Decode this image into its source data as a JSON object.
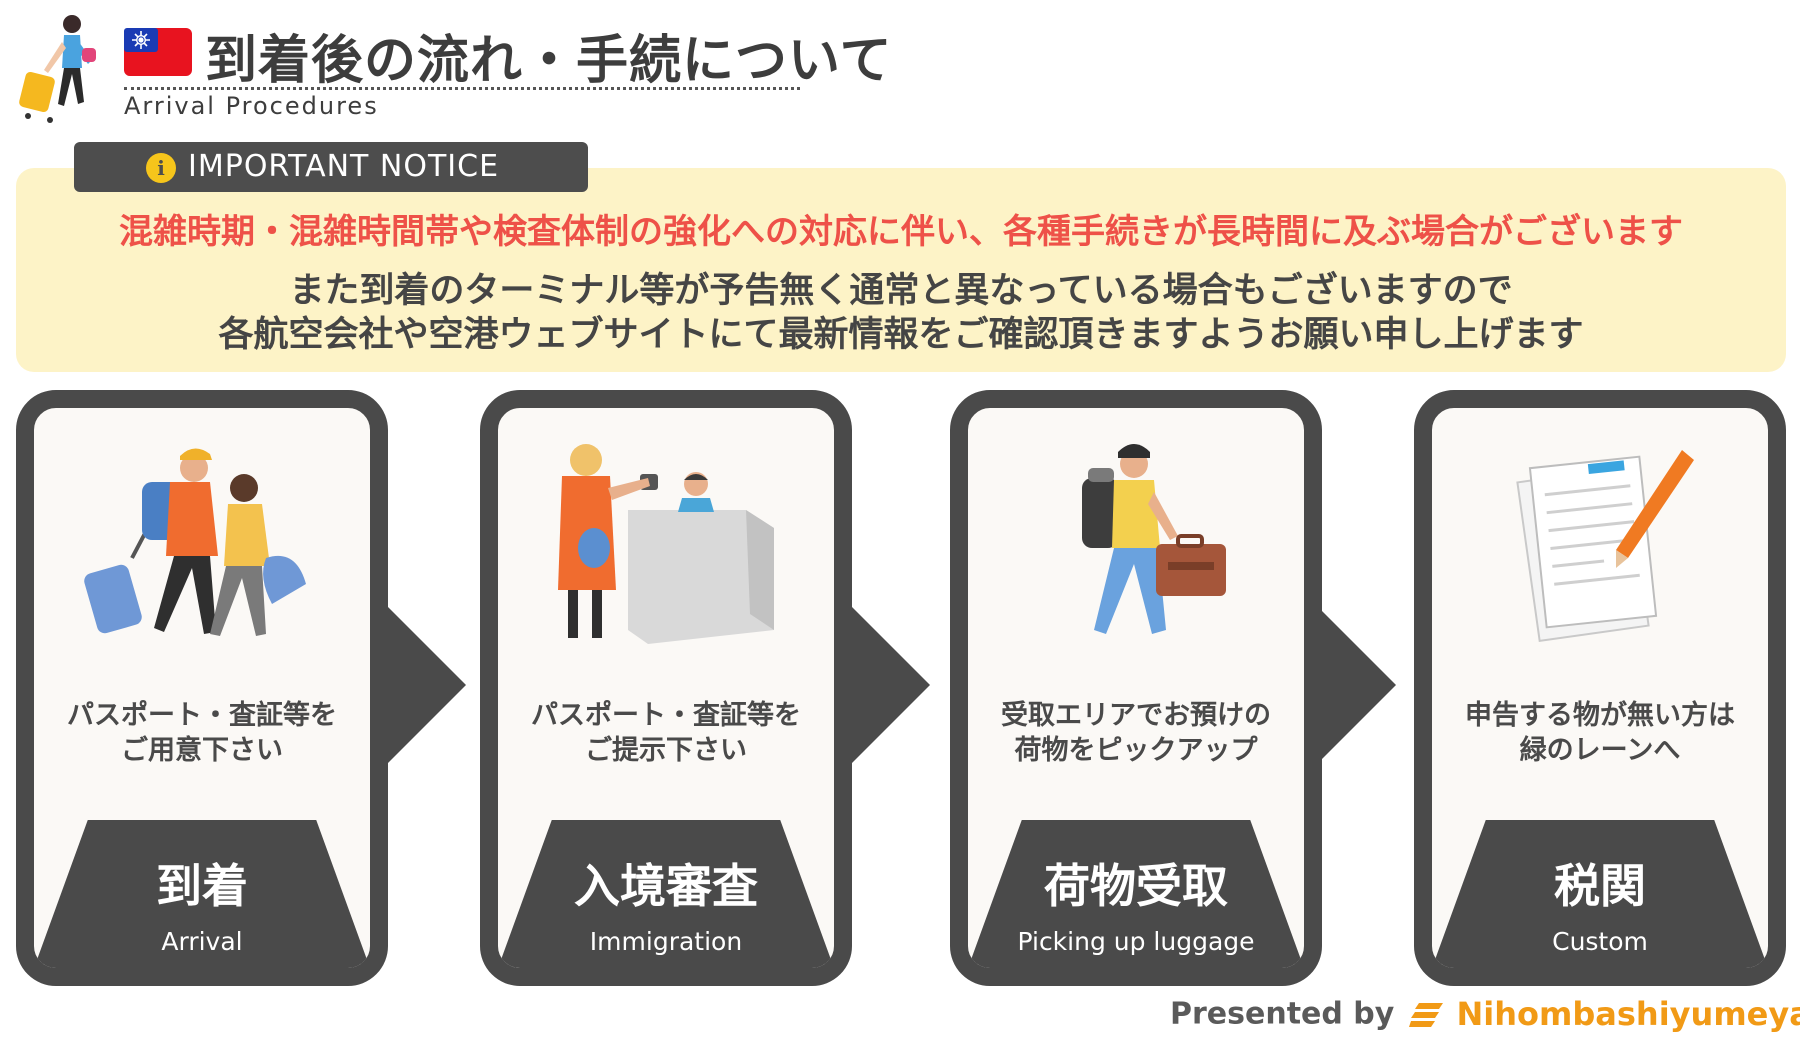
{
  "header": {
    "title_jp": "到着後の流れ・手続について",
    "title_en": "Arrival Procedures",
    "flag": "taiwan-flag",
    "traveler_icon": "traveler-with-suitcase-icon"
  },
  "notice": {
    "tab_label": "IMPORTANT NOTICE",
    "tab_icon": "info-icon",
    "line_red": "混雑時期・混雑時間帯や検査体制の強化への対応に伴い、各種手続きが長時間に及ぶ場合がございます",
    "line_2": "また到着のターミナル等が予告無く通常と異なっている場合もございますので",
    "line_3": "各航空会社や空港ウェブサイトにて最新情報をご確認頂きますようお願い申し上げます"
  },
  "steps": [
    {
      "desc_1": "パスポート・査証等を",
      "desc_2": "ご用意下さい",
      "title_jp": "到着",
      "title_en": "Arrival",
      "icon": "travelers-walking-icon"
    },
    {
      "desc_1": "パスポート・査証等を",
      "desc_2": "ご提示下さい",
      "title_jp": "入境審査",
      "title_en": "Immigration",
      "icon": "immigration-counter-icon"
    },
    {
      "desc_1": "受取エリアでお預けの",
      "desc_2": "荷物をピックアップ",
      "title_jp": "荷物受取",
      "title_en": "Picking up luggage",
      "icon": "traveler-with-luggage-icon"
    },
    {
      "desc_1": "申告する物が無い方は",
      "desc_2": "緑のレーンへ",
      "title_jp": "税関",
      "title_en": "Custom",
      "icon": "customs-form-icon"
    }
  ],
  "footer": {
    "presented_by": "Presented by",
    "brand": "Nihombashiyumeya"
  },
  "colors": {
    "dark": "#4a4a4a",
    "notice_bg": "#fdf3c7",
    "notice_red": "#ee5148",
    "brand_orange": "#f19a16",
    "card_bg": "#fbf9f6"
  }
}
